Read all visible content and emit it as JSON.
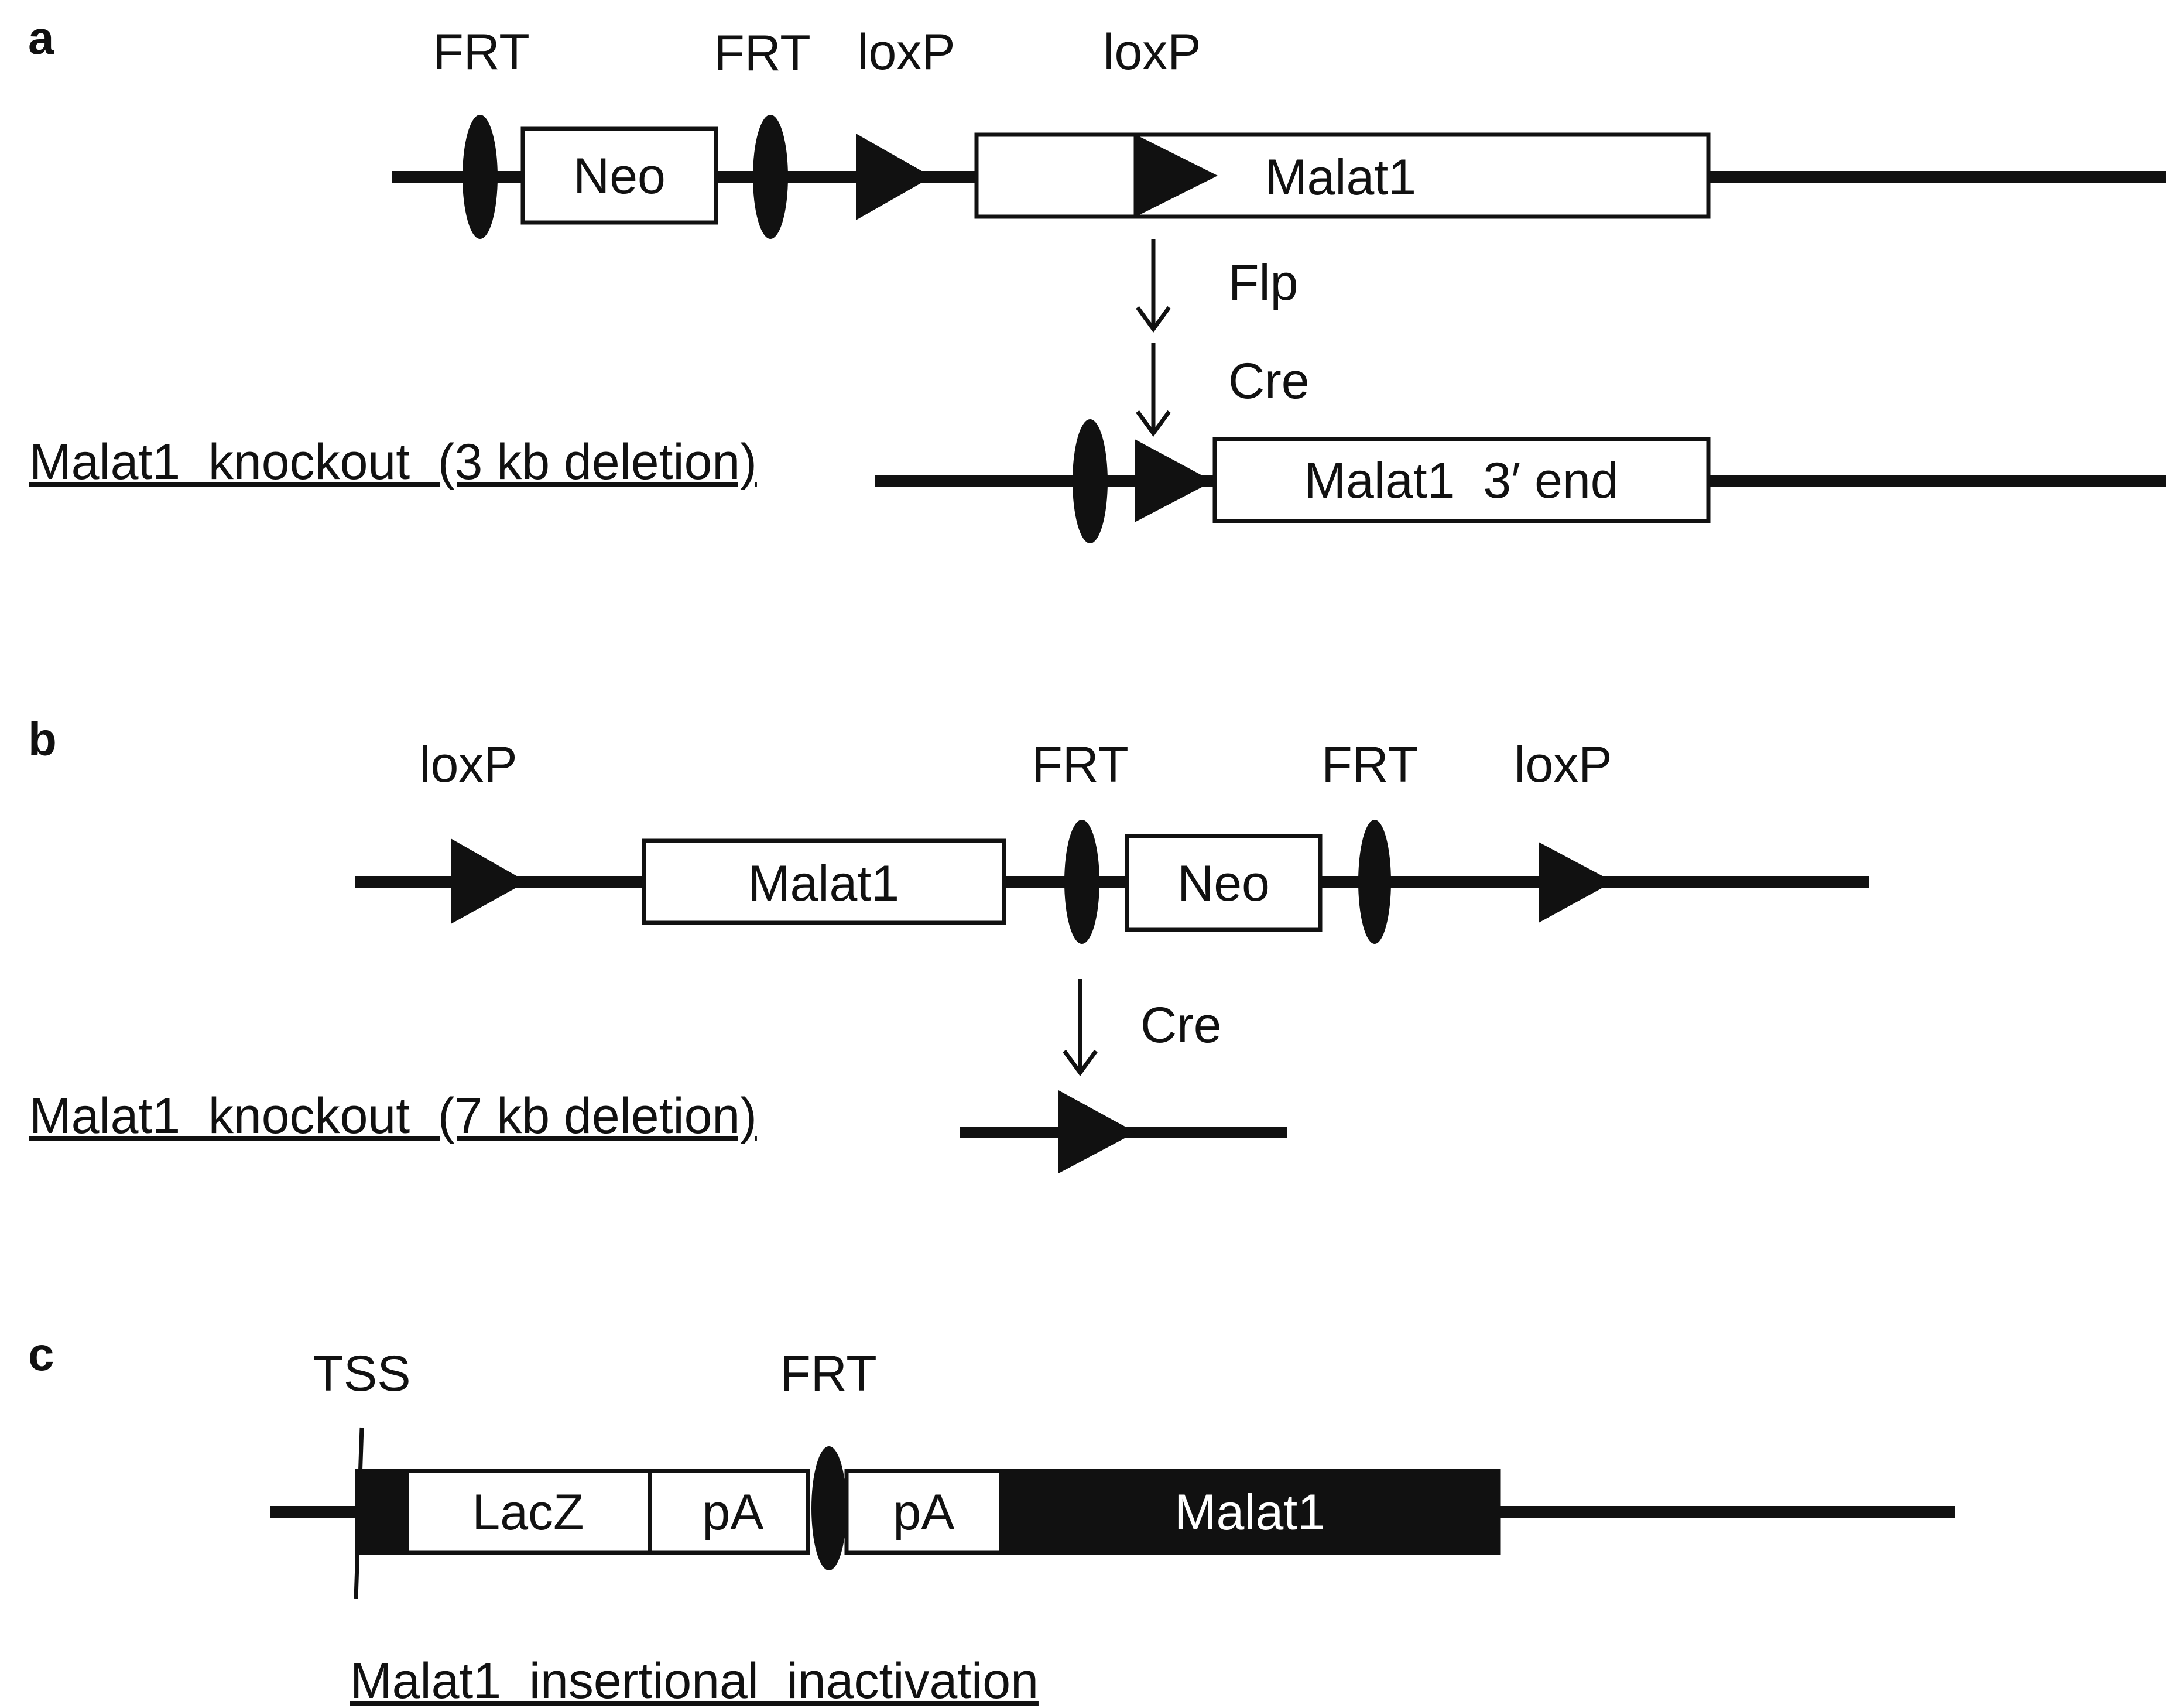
{
  "panel_a": {
    "label": "a",
    "frt_1": "FRT",
    "frt_2": "FRT",
    "loxp_1": "loxP",
    "loxp_2": "loxP",
    "neo": "Neo",
    "malat1": "Malat1",
    "flp": "Flp",
    "cre": "Cre",
    "result_label": "Malat1  knockout  (3 kb deletion)",
    "result_box": "Malat1  3′ end"
  },
  "panel_b": {
    "label": "b",
    "loxp_1": "loxP",
    "frt_1": "FRT",
    "frt_2": "FRT",
    "loxp_2": "loxP",
    "malat1": "Malat1",
    "neo": "Neo",
    "cre": "Cre",
    "result_label": "Malat1  knockout  (7 kb deletion)"
  },
  "panel_c": {
    "label": "c",
    "tss": "TSS",
    "frt": "FRT",
    "lacz": "LacZ",
    "pa_1": "pA",
    "pa_2": "pA",
    "malat1": "Malat1",
    "result_label": "Malat1  insertional  inactivation"
  }
}
